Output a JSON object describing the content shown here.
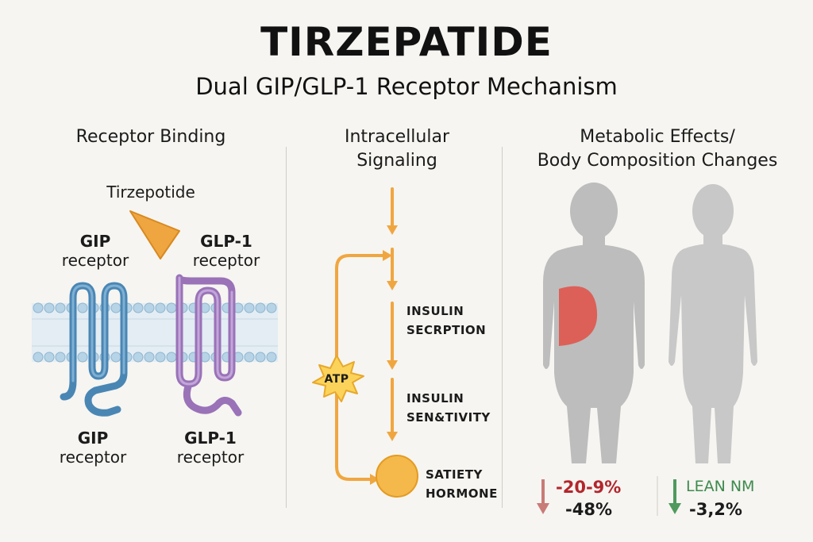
{
  "header": {
    "title": "TIRZEPATIDE",
    "subtitle": "Dual GIP/GLP-1 Receptor Mechanism"
  },
  "sections": {
    "binding": {
      "heading": "Receptor Binding",
      "drug_label": "Tirzepotide",
      "gip_top": [
        "GIP",
        "receptor"
      ],
      "glp1_top": [
        "GLP-1",
        "receptor"
      ],
      "gip_bottom": [
        "GIP",
        "receptor"
      ],
      "glp1_bottom": [
        "GLP-1",
        "receptor"
      ]
    },
    "signaling": {
      "heading": [
        "Intracellular",
        "Signaling"
      ],
      "atp_label": "ATP",
      "steps": [
        [
          "INSULIN",
          "SECRPTION"
        ],
        [
          "INSULIN",
          "SEN&TIVITY"
        ],
        [
          "SATIETY",
          "HORMONE"
        ]
      ]
    },
    "effects": {
      "heading": [
        "Metabolic Effects/",
        "Body Composition Changes"
      ],
      "fat_change": "-20-9%",
      "fat_change_2": "-48%",
      "lean_label": "LEAN NM",
      "lean_change": "-3,2%"
    }
  },
  "colors": {
    "gip_receptor": "#4a86b4",
    "glp1_receptor": "#9a72b8",
    "drug": "#f0a640",
    "arrow": "#f0a640",
    "fat_region": "#dd5b52",
    "fat_text": "#b3262c",
    "lean_text": "#3e8a4e",
    "down_red": "#c97b78",
    "down_green": "#4f9a5c",
    "silhouette": "#bdbdbd"
  },
  "icons": [
    "tirzepatide-triangle-icon",
    "membrane-bilayer-icon",
    "gip-receptor-icon",
    "glp1-receptor-icon",
    "atp-burst-icon",
    "satiety-circle-icon",
    "body-silhouette-icon",
    "down-arrow-icon"
  ]
}
